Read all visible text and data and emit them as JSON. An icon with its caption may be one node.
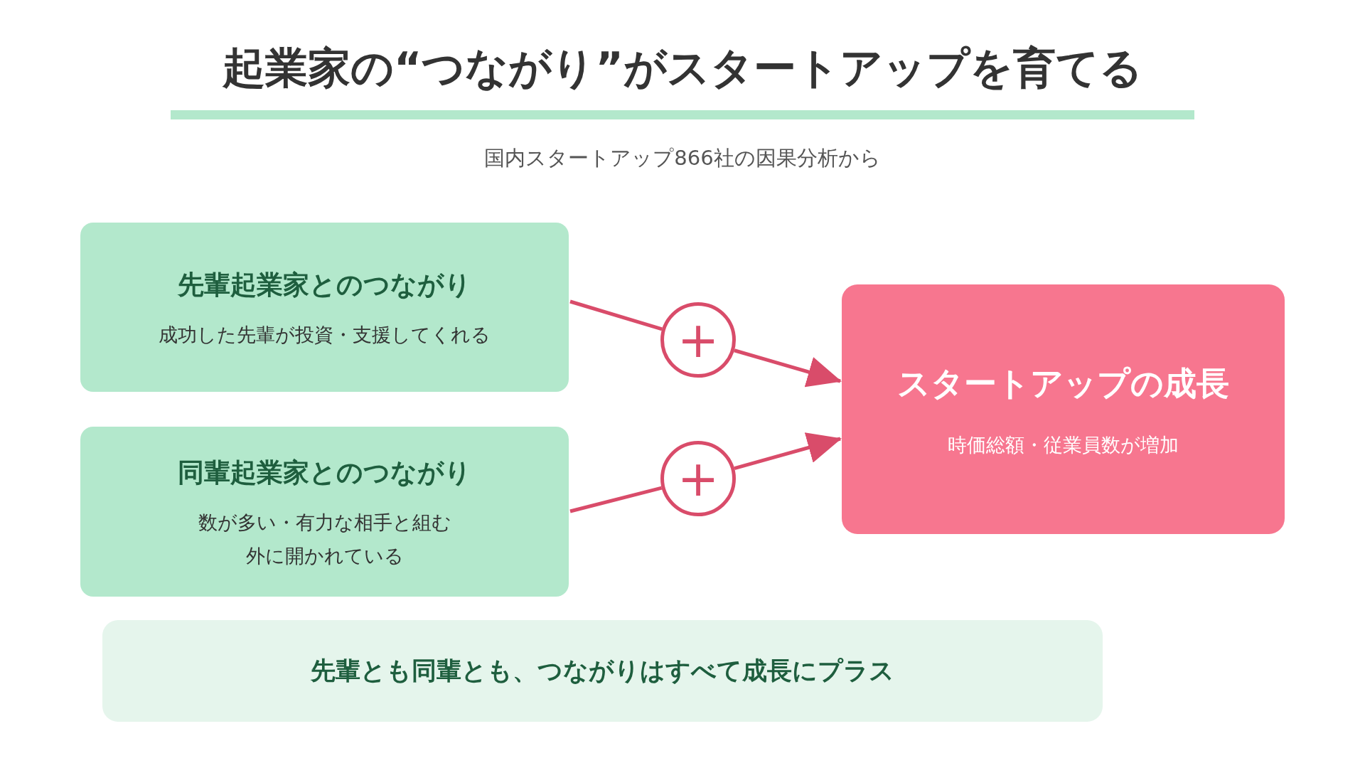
{
  "diagram": {
    "title": "起業家の“つながり”がスタートアップを育てる",
    "caption": "国内スタートアップ866社の因果分析から",
    "nodes": [
      {
        "text": [
          "先輩起業家とのつながり",
          "成功した先輩が投資・支援してくれる"
        ]
      },
      {
        "text": [
          "+"
        ]
      },
      {
        "text": [
          "スタートアップの成長",
          "時価総額・従業員数が増加"
        ]
      },
      {
        "text": [
          "同輩起業家とのつながり",
          "数が多い・有力な相手と組む",
          "外に開かれている"
        ]
      },
      {
        "text": [
          "+"
        ]
      },
      {
        "text": [
          "先輩とも同輩とも、つながりはすべて成長にプラス"
        ]
      }
    ],
    "edges": [
      {
        "from": 0,
        "to": 1,
        "arrow": "none"
      },
      {
        "from": 1,
        "to": 2,
        "arrow": "to"
      },
      {
        "from": 3,
        "to": 4,
        "arrow": "none"
      },
      {
        "from": 4,
        "to": 2,
        "arrow": "to"
      }
    ]
  }
}
